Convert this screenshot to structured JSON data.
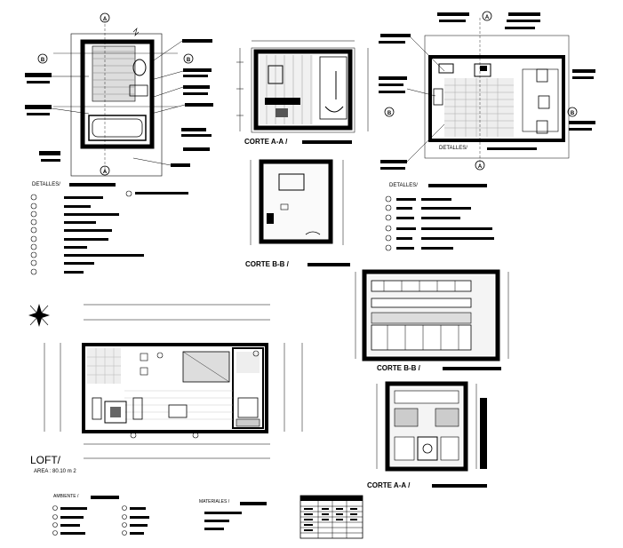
{
  "sheet": {
    "labels": {
      "corte_aa_1": "CORTE A-A /",
      "corte_bb_1": "CORTE B-B /",
      "corte_bb_2": "CORTE B-B /",
      "corte_aa_2": "CORTE A-A /",
      "detalles_1": "DETALLES/",
      "detalles_2": "DETALLES/",
      "detalles_3": "DETALLES/",
      "loft": "LOFT/",
      "area": "AREA : 80.10 m 2",
      "ambiente": "AMBIENTE /",
      "materiales": "MATERIALES /"
    },
    "section_markers": {
      "a": "A",
      "b": "B"
    }
  }
}
